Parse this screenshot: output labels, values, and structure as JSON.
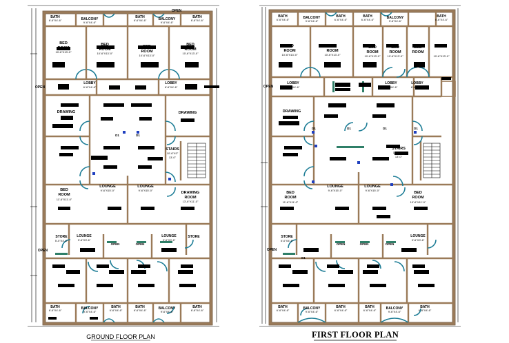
{
  "titles": {
    "ground": "GROUND FLOOR PLAN",
    "first": "FIRST FLOOR PLAN"
  },
  "colors": {
    "wall": "#9a7a58",
    "wall_dark": "#6b5236",
    "door": "#1d7d96",
    "glass": "#2f7f68",
    "tag": "#1f3fbf",
    "ink": "#000000"
  },
  "ground_labels": {
    "bath_tl": "BATH",
    "bath_tl_d": "6'-6\"X4'-6\"",
    "balcony_tl": "BALCONY",
    "balcony_tl_d": "9'-6\"X4'-6\"",
    "bath_tm1": "BATH",
    "bath_tm1_d": "6'-6\"X4'-6\"",
    "balcony_tr": "BALCONY",
    "balcony_tr_d": "9'-6\"X4'-6\"",
    "bath_tr": "BATH",
    "bath_tr_d": "6'-6\"X4'-6\"",
    "open_top": "OPEN",
    "bed_a": "BED",
    "room_a": "ROOM",
    "bed_a_d": "10'-6\"X13'-0\"",
    "bed_b": "BED",
    "room_b": "ROOM",
    "bed_b_d": "10'-6\"X13'-0\"",
    "bed_c": "BED",
    "room_c": "ROOM",
    "bed_c_d": "10'-6\"X13'-0\"",
    "bed_d": "BED",
    "room_d": "ROOM",
    "bed_d_d": "10'-6\"X13'-0\"",
    "open_l": "OPEN",
    "lobby_l": "LOBBY",
    "lobby_l_d": "6'-6\"X4'-6\"",
    "lobby_r": "LOBBY",
    "lobby_r_d": "6'-6\"X4'-6\"",
    "d1_a": "D1",
    "d1_b": "D1",
    "drawing_l": "DRAWING",
    "drawing_r": "DRAWING",
    "stairs": "STAIRS",
    "stairs_d1": "10'-6\"X0\"",
    "stairs_d2": "13'-0\"",
    "bed_e": "BED",
    "room_e": "ROOM",
    "bed_e_d": "11'-6\"X11'-0\"",
    "lounge_l": "LOUNGE",
    "lounge_l_d": "9'-6\"X15'-0\"",
    "lounge_r": "LOUNGE",
    "lounge_r_d": "9'-6\"X15'-0\"",
    "drawing_r2": "DRAWING",
    "room_r2": "ROOM",
    "drawing_r2_d": "13'-6\"X11'-0\"",
    "store_l": "STORE",
    "store_l_d": "5'-0\"X4'-6\"",
    "lounge_bl": "LOUNGE",
    "lounge_bl_d": "9'-6\"X9'-6\"",
    "lounge_br": "LOUNGE",
    "lounge_br_d": "9'-6\"X9'-6\"",
    "store_r": "STORE",
    "open_b1": "OPEN",
    "open_b2": "OPEN",
    "open_bl": "OPEN",
    "bath_b1": "BATH",
    "bath_b1_d": "6'-6\"X4'-6\"",
    "balcony_b1": "BALCONY",
    "balcony_b1_d": "9'-6\"X4'-6\"",
    "bath_b2": "BATH",
    "bath_b2_d": "6'-6\"X4'-6\"",
    "bath_b3": "BATH",
    "bath_b3_d": "6'-6\"X4'-6\"",
    "balcony_b2": "BALCONY",
    "balcony_b2_d": "9'-6\"X4'-6\"",
    "bath_b4": "BATH",
    "bath_b4_d": "6'-6\"X4'-6\""
  },
  "first_labels": {
    "bath_1": "BATH",
    "bath_1_d": "6'-6\"X4'-6\"",
    "balcony_1": "BALCONY",
    "balcony_1_d": "9'-6\"X4'-6\"",
    "bath_2": "BATH",
    "bath_2_d": "6'-6\"X4'-6\"",
    "bath_3": "BATH",
    "bath_3_d": "6'-6\"X4'-6\"",
    "balcony_2": "BALCONY",
    "balcony_2_d": "9'-6\"X4'-6\"",
    "bath_4": "BATH",
    "bath_4_d": "6'-6\"X4'-6\"",
    "bed_a": "BED",
    "room_a": "ROOM",
    "bed_a_d": "10'-6\"X13'-0\"",
    "bed_b": "BED",
    "room_b": "ROOM",
    "bed_b_d": "10'-6\"X13'-0\"",
    "bed_c": "BED",
    "room_c": "ROOM",
    "bed_c_d": "10'-6\"X13'-0\"",
    "bed_d": "BED",
    "room_d": "ROOM",
    "bed_d_d": "10'-6\"X13'-0\"",
    "bed_e": "BED",
    "room_e": "ROOM",
    "bed_e_d": "10'-6\"X13'-0\"",
    "open_l": "OPEN",
    "lobby_l": "LOBBY",
    "lobby_l_d": "6'-6\"X4'-6\"",
    "lobby_m": "LOBBY",
    "lobby_m_d": "6'-6\"X4'-6\"",
    "lobby_r": "LOBBY",
    "lobby_r_d": "6'-6\"X4'-6\"",
    "drawing_l": "DRAWING",
    "d1_a": "D1",
    "d1_b": "D1",
    "d1_c": "D1",
    "d1_d": "D1",
    "stairs": "STAIRS",
    "stairs_d1": "10'-6\"X0\"",
    "stairs_d2": "13'-0\"",
    "bed_f": "BED",
    "room_f": "ROOM",
    "bed_f_d": "11'-6\"X11'-0\"",
    "lounge_l": "LOUNGE",
    "lounge_l_d": "9'-6\"X15'-0\"",
    "lounge_r": "LOUNGE",
    "lounge_r_d": "9'-6\"X15'-0\"",
    "bed_g": "BED",
    "room_g": "ROOM",
    "bed_g_d": "10'-6\"X11'-0\"",
    "store_l": "STORE",
    "store_l_d": "5'-0\"X4'-6\"",
    "lounge_br": "LOUNGE",
    "lounge_br_d": "9'-6\"X9'-6\"",
    "open_b1": "OPEN",
    "open_b2": "OPEN",
    "open_b3": "OPEN",
    "open_bl": "OPEN",
    "d1_e": "D1",
    "bath_b1": "BATH",
    "bath_b1_d": "6'-6\"X4'-6\"",
    "balcony_b1": "BALCONY",
    "balcony_b1_d": "9'-6\"X4'-6\"",
    "bath_b2": "BATH",
    "bath_b2_d": "6'-6\"X4'-6\"",
    "bath_b3": "BATH",
    "bath_b3_d": "6'-6\"X4'-6\"",
    "balcony_b2": "BALCONY",
    "balcony_b2_d": "9'-6\"X4'-6\"",
    "bath_b4": "BATH",
    "bath_b4_d": "6'-6\"X4'-6\""
  }
}
